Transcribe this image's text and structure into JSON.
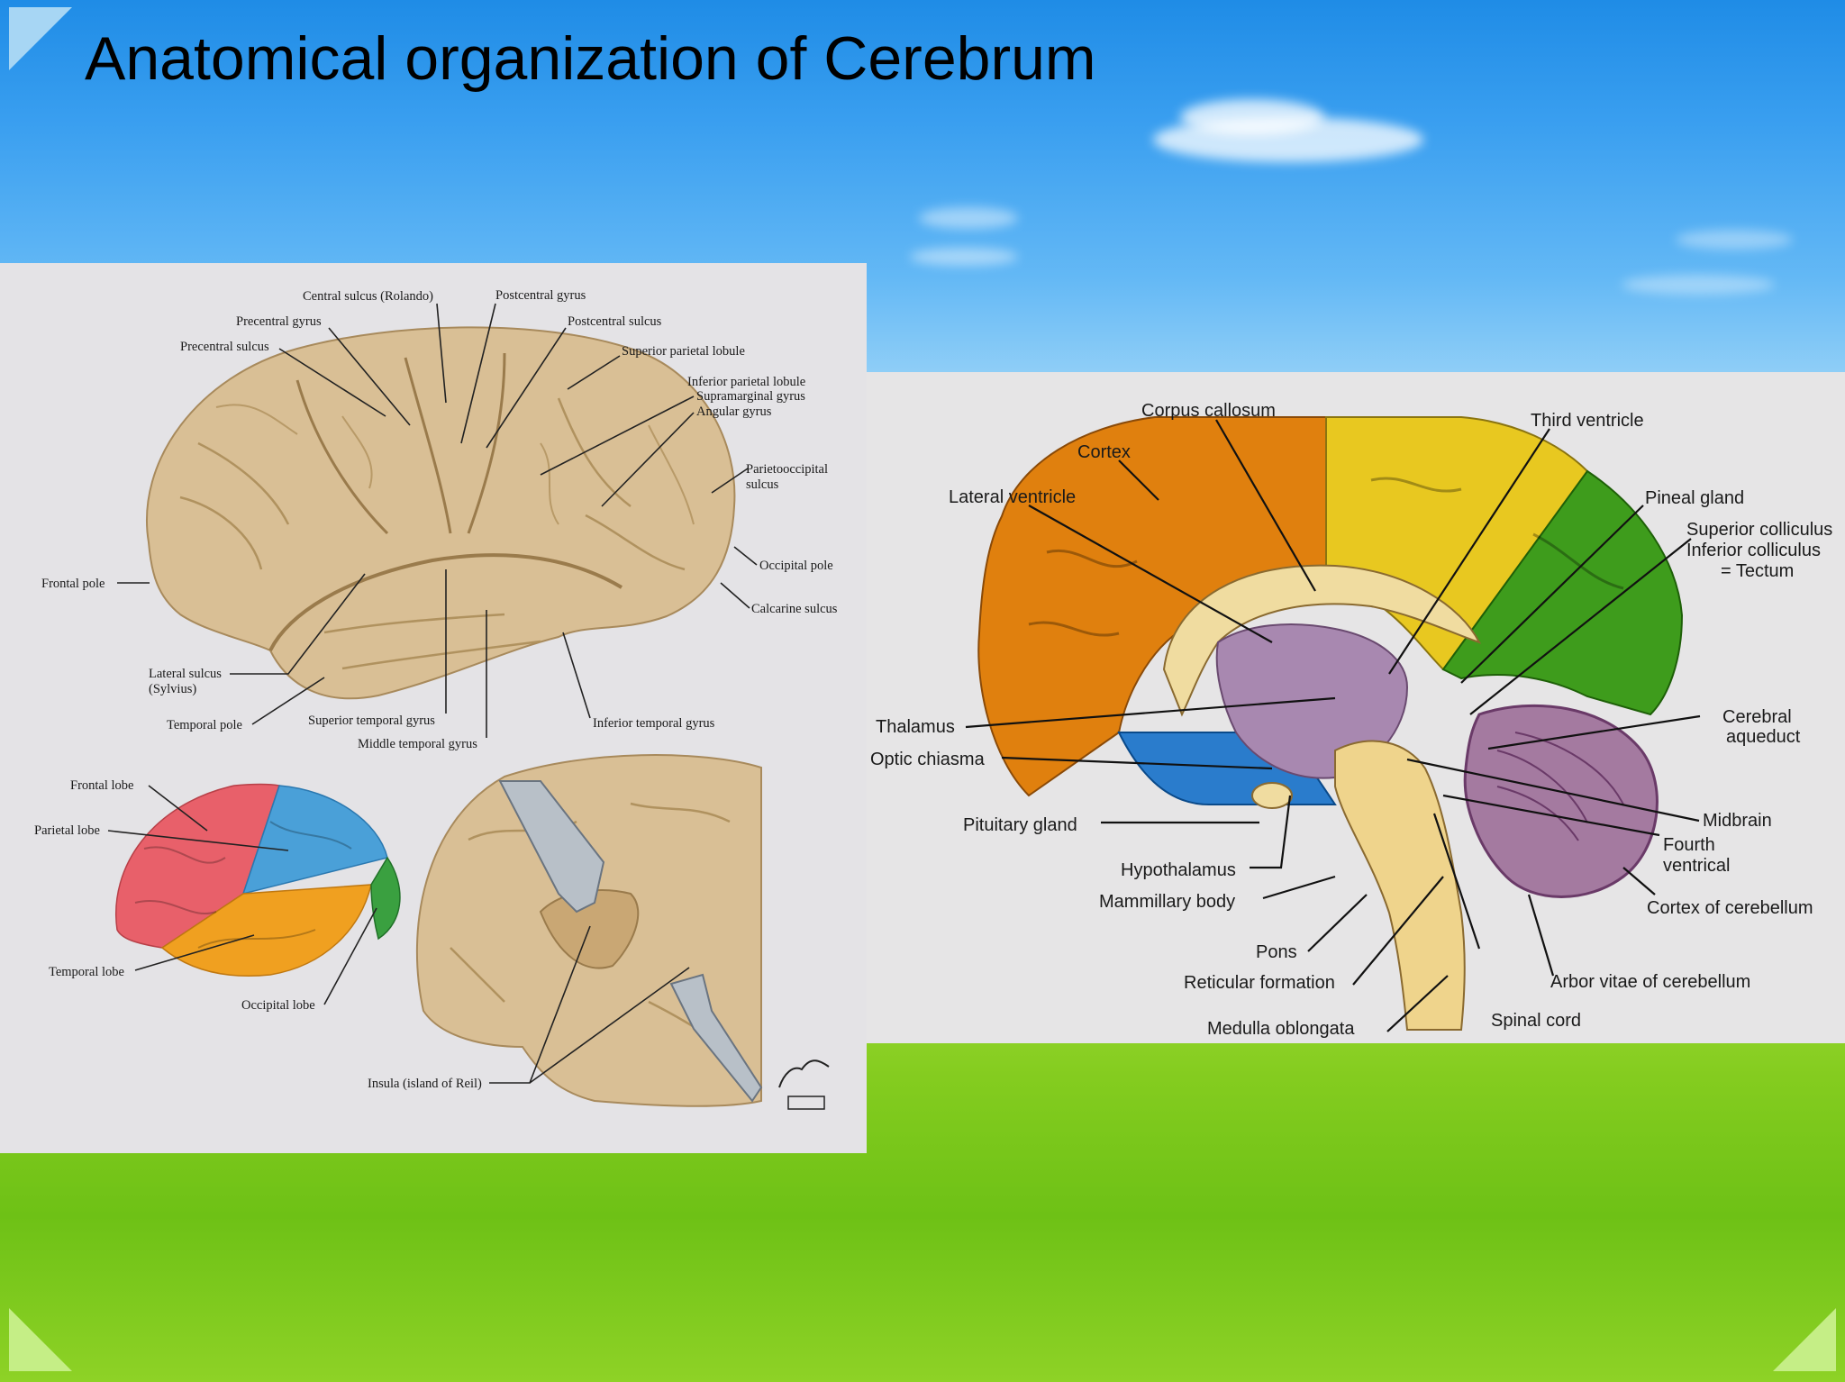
{
  "title": "Anatomical organization of Cerebrum",
  "colors": {
    "sky": "#2b95ea",
    "grass": "#84cc1f",
    "frontal": "#e8606a",
    "parietal": "#4aa0d8",
    "temporal": "#f0a020",
    "occipital": "#3aa040",
    "cortex_orange": "#e0800e",
    "cortex_yellow": "#e8c820",
    "cortex_green": "#3e9c1c",
    "cerebellum": "#a47aa0",
    "brainstem": "#efd48c"
  },
  "left_panel": {
    "lateral_view": {
      "labels": {
        "central_sulcus": "Central sulcus (Rolando)",
        "postcentral_gyrus": "Postcentral gyrus",
        "precentral_gyrus": "Precentral gyrus",
        "postcentral_sulcus": "Postcentral sulcus",
        "precentral_sulcus": "Precentral sulcus",
        "superior_parietal_lobule": "Superior parietal lobule",
        "inferior_parietal_lobule": "Inferior parietal lobule",
        "supramarginal_gyrus": "Supramarginal gyrus",
        "angular_gyrus": "Angular gyrus",
        "parietooccipital_1": "Parietooccipital",
        "parietooccipital_2": "sulcus",
        "frontal_pole": "Frontal pole",
        "occipital_pole": "Occipital pole",
        "calcarine_sulcus": "Calcarine sulcus",
        "lateral_sulcus_1": "Lateral sulcus",
        "lateral_sulcus_2": "(Sylvius)",
        "temporal_pole": "Temporal pole",
        "superior_temporal_gyrus": "Superior temporal gyrus",
        "middle_temporal_gyrus": "Middle temporal gyrus",
        "inferior_temporal_gyrus": "Inferior temporal gyrus"
      }
    },
    "lobes_view": {
      "labels": {
        "frontal_lobe": "Frontal lobe",
        "parietal_lobe": "Parietal lobe",
        "temporal_lobe": "Temporal lobe",
        "occipital_lobe": "Occipital lobe"
      }
    },
    "insula_view": {
      "labels": {
        "insula": "Insula (island of Reil)"
      }
    }
  },
  "right_panel": {
    "labels": {
      "corpus_callosum": "Corpus callosum",
      "third_ventricle": "Third ventricle",
      "cortex": "Cortex",
      "lateral_ventricle": "Lateral ventricle",
      "pineal_gland": "Pineal gland",
      "superior_colliculus": "Superior colliculus",
      "inferior_colliculus": "Inferior colliculus",
      "tectum": "= Tectum",
      "thalamus": "Thalamus",
      "cerebral_aqueduct_1": "Cerebral",
      "cerebral_aqueduct_2": "aqueduct",
      "optic_chiasma": "Optic chiasma",
      "midbrain": "Midbrain",
      "pituitary_gland": "Pituitary gland",
      "fourth_ventricle_1": "Fourth",
      "fourth_ventricle_2": "ventrical",
      "hypothalamus": "Hypothalamus",
      "mammillary_body": "Mammillary body",
      "cortex_of_cerebellum": "Cortex of cerebellum",
      "pons": "Pons",
      "arbor_vitae": "Arbor vitae of cerebellum",
      "reticular_formation": "Reticular formation",
      "spinal_cord": "Spinal cord",
      "medulla_oblongata": "Medulla oblongata"
    }
  }
}
